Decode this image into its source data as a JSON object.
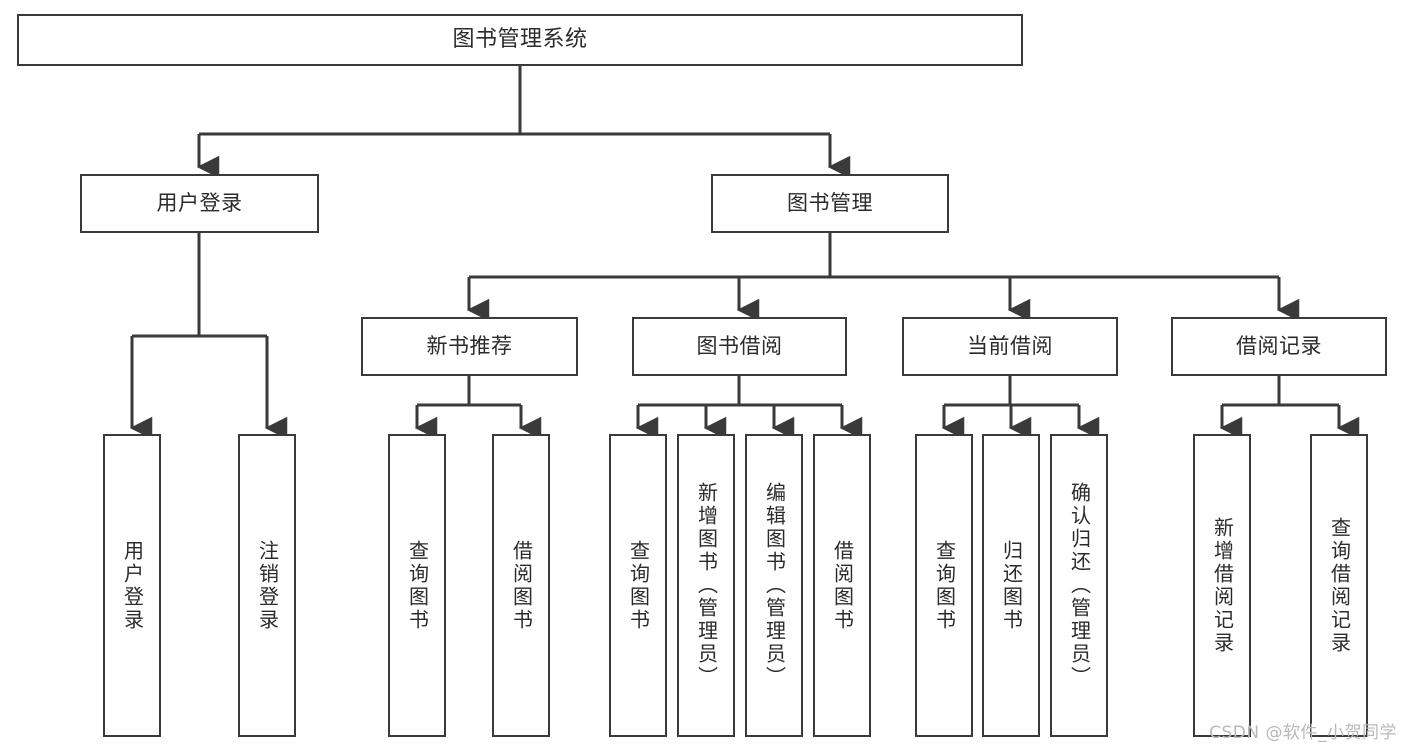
{
  "diagram": {
    "title": "图书管理系统",
    "type": "tree-hierarchy",
    "watermark": "CSDN @软件_小贺同学",
    "colors": {
      "background": "#ffffff",
      "box_border": "#3a3a3a",
      "box_fill": "#ffffff",
      "text": "#2b2b2b",
      "connector": "#3a3a3a",
      "watermark": "#b9b9b9"
    },
    "root": {
      "label": "图书管理系统"
    },
    "level2": [
      {
        "id": "user-login",
        "label": "用户登录"
      },
      {
        "id": "book-management",
        "label": "图书管理"
      }
    ],
    "level3": [
      {
        "id": "new-book-recommend",
        "label": "新书推荐",
        "parent": "book-management"
      },
      {
        "id": "book-borrow",
        "label": "图书借阅",
        "parent": "book-management"
      },
      {
        "id": "current-borrow",
        "label": "当前借阅",
        "parent": "book-management"
      },
      {
        "id": "borrow-record",
        "label": "借阅记录",
        "parent": "book-management"
      }
    ],
    "leaves": {
      "user-login": [
        {
          "id": "leaf-user-login",
          "label": "用户登录"
        },
        {
          "id": "leaf-logout",
          "label": "注销登录"
        }
      ],
      "new-book-recommend": [
        {
          "id": "leaf-query-book-1",
          "label": "查询图书"
        },
        {
          "id": "leaf-borrow-book-1",
          "label": "借阅图书"
        }
      ],
      "book-borrow": [
        {
          "id": "leaf-query-book-2",
          "label": "查询图书"
        },
        {
          "id": "leaf-add-book",
          "label": "新增图书（管理员）"
        },
        {
          "id": "leaf-edit-book",
          "label": "编辑图书（管理员）"
        },
        {
          "id": "leaf-borrow-book-2",
          "label": "借阅图书"
        }
      ],
      "current-borrow": [
        {
          "id": "leaf-query-book-3",
          "label": "查询图书"
        },
        {
          "id": "leaf-return-book",
          "label": "归还图书"
        },
        {
          "id": "leaf-confirm-return",
          "label": "确认归还（管理员）"
        }
      ],
      "borrow-record": [
        {
          "id": "leaf-add-record",
          "label": "新增借阅记录"
        },
        {
          "id": "leaf-query-record",
          "label": "查询借阅记录"
        }
      ]
    }
  }
}
